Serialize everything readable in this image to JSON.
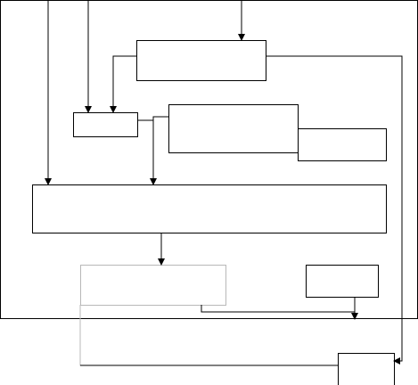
{
  "diagram": {
    "colors": {
      "line": "#000000",
      "faint_line": "#b8b8b8",
      "background": "#ffffff"
    },
    "boxes": [
      {
        "id": "top-center-block",
        "label": ""
      },
      {
        "id": "small-left-block",
        "label": ""
      },
      {
        "id": "middle-right-block",
        "label": ""
      },
      {
        "id": "far-right-block",
        "label": ""
      },
      {
        "id": "wide-block",
        "label": ""
      },
      {
        "id": "lower-left-block",
        "label": ""
      },
      {
        "id": "lower-right-block",
        "label": ""
      },
      {
        "id": "bottom-right-block",
        "label": ""
      }
    ]
  }
}
